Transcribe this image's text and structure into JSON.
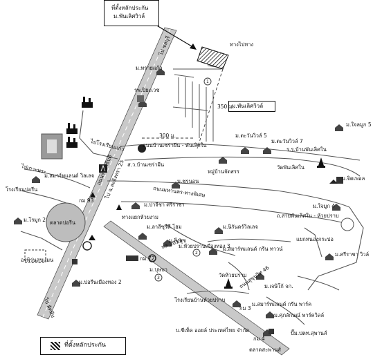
{
  "title_box": {
    "line1": "ที่ตั้งหลักประกัน",
    "line2": "ม.พันเลิศวิวล์"
  },
  "legend": {
    "label": "ที่ตั้งหลักประกัน"
  },
  "labels": {
    "sai_rama": "ถนนรามาธิบดี",
    "thang_sai": "ทางไปทาง",
    "m_thanaikaew": "ม.ทรายแก้ว",
    "rp_piyavate": "รพ.ปิยะเวช",
    "dist_350": "350 ม.",
    "target_box": "ม.พันเลิศวิวล์",
    "dist_300": "300 ม.",
    "road_bangna": "ถนนบ้านเซร่าผีน - พันเลิศใน",
    "m_tawanvill5": "ม.ตะวันวิวล์ 5",
    "m_tawanvill7": "ม.ตะวันวิวล์ 7",
    "soi_baan": "ร.ร.บ้านพันเลิศใน",
    "wat_panlert": "วัดพันเลิศใน",
    "m_lert": "ม.ใจลมูก 5",
    "m_jitpol": "ม.จิตเพอล",
    "phu_pha": "หมู่บ้านจัดสรร",
    "sor_baan": "ส.ว.บ้านเซร่าผีน",
    "mahanakorn": "ถนนมหานคร-ทางพิเศษ",
    "road_left": "ไปเกาะพระ",
    "soi_phramong": "ไปโรงเรียนแก้ว",
    "m_smart_wil": "ม.สมาร์ทแลนด์ วิลเลจ",
    "school_left": "โรงเรียนปอรีน",
    "km93": "กม 93",
    "m_oroom2": "ม.โรมูก 2",
    "talad": "ตลาดปอรีน",
    "ori_pornsuk": "อรพิรุ่นสุขแมน",
    "m_baanchon": "ม.ชรนอน",
    "m_parichat": "ม.ปาจีชา ศรีราชา",
    "m_lasdee": "ม.ลาลีซุรีดี โฮม",
    "huay": "ทางแยกห้วยงาม",
    "m_nirun": "ม.นิรันดร์วิลเลจ",
    "m_lr4": "ม.ใจมูก 4",
    "road_right": "ถ.สายพันเลิศใน - ห้วยปราบ",
    "kaeng": "แยกหนองกระปอ",
    "m_yingsuk": "ม.ยิ่งสุข",
    "m_huay_muang3": "ม.ห้วยปราบเมืองทอง 3",
    "m_smart_green": "ม.สมาร์ทแลนด์ กรีน ทาวน์",
    "m_sriracha": "ม.ศรีราชา วิวล์",
    "km72": "กม.72",
    "m_boonsub": "ม.บุษบา",
    "m_pornmuang2": "ม.ปอรีนเมืองทอง 2",
    "wat_huay": "วัดห้วยปราบ",
    "road_bottom": "ถนนสุขุมวิท 46",
    "m_jet": "ม.เจษิโก้ จก.",
    "school_huay": "โรงเรียนบ้านห้วยปราบ",
    "km3": "กม 3",
    "m_smart_park": "ม.สมาร์ทแลนด์ กรีน พาร์ค",
    "m_sukkasem": "ม.ศุภลักษณ์ พาร์ควิลล์",
    "bsy": "บ.ชีเท็ค ออยล์ ประเทศไทย จำกัด",
    "km4": "กม 4",
    "pump": "ปั๊ม.ปตท.สุพานส์",
    "talad_bottom": "ตลาดสะพานส์",
    "sukhumvit_low": "ไป สัตหีบ",
    "sukhumvit_top": "ไป ชลบุรี",
    "road_3013": "ทล.3013",
    "rd_s": "ไป ฉ.สะอิงทรา 25",
    "circle1": "1",
    "circle2": "2",
    "circle3": "3"
  }
}
